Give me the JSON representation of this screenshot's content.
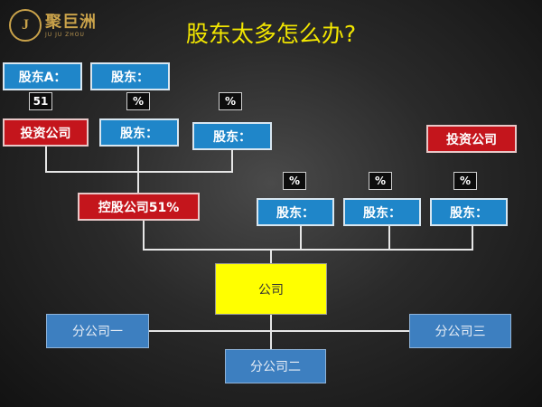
{
  "logo": {
    "mark": "J",
    "name": "聚巨洲",
    "pinyin": "JU JU ZHOU"
  },
  "title": "股东太多怎么办?",
  "nodes": {
    "shareholder_a": "股东A：",
    "shareholder_a_pct": "51",
    "shareholder_top2": "股东：",
    "top2_pct": "%",
    "mid_pct": "%",
    "investment_co_left": "投资公司",
    "shareholder_mid1": "股东：",
    "shareholder_mid2": "股东：",
    "investment_co_right": "投资公司",
    "right_pct1": "%",
    "right_pct2": "%",
    "right_pct3": "%",
    "holding_co": "控股公司51%",
    "shareholder_right1": "股东：",
    "shareholder_right2": "股东：",
    "shareholder_right3": "股东：",
    "company": "公司",
    "branch1": "分公司一",
    "branch2": "分公司二",
    "branch3": "分公司三"
  },
  "colors": {
    "title": "#f2e600",
    "blue_box": "#1f86c9",
    "red_box": "#c4151c",
    "company": "#ffff00",
    "branch": "#3d7fc0",
    "logo": "#c9a24a"
  }
}
